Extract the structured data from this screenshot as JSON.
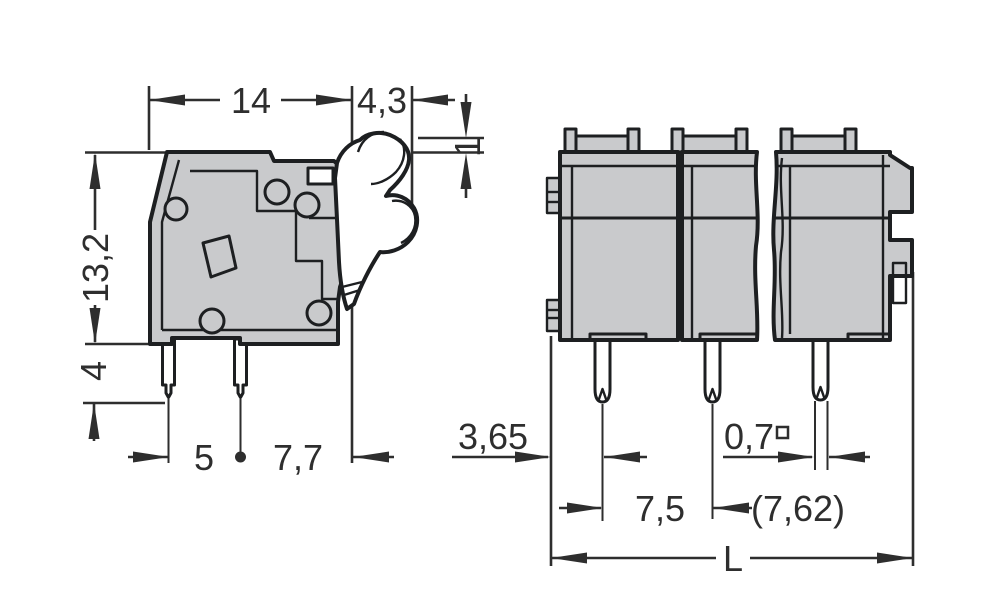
{
  "colors": {
    "housing_fill": "#c9cacc",
    "outline_ink": "#1d1f21",
    "dimension_ink": "#2e2e2e",
    "pin_fill": "#efae7e",
    "background": "#ffffff"
  },
  "side_view": {
    "dim_top_width": "14",
    "dim_lever_width": "4,3",
    "dim_lever_protrusion": "1",
    "dim_housing_height": "13,2",
    "dim_pin_length": "4",
    "dim_pin_pitch": "5",
    "dim_pin_offset": "7,7"
  },
  "front_view": {
    "dim_edge_to_pin": "3,65",
    "dim_pin_cross_section": "0,7",
    "dim_pole_pitch": "7,5",
    "dim_alt_pitch": "(7,62)",
    "dim_total_length": "L"
  }
}
